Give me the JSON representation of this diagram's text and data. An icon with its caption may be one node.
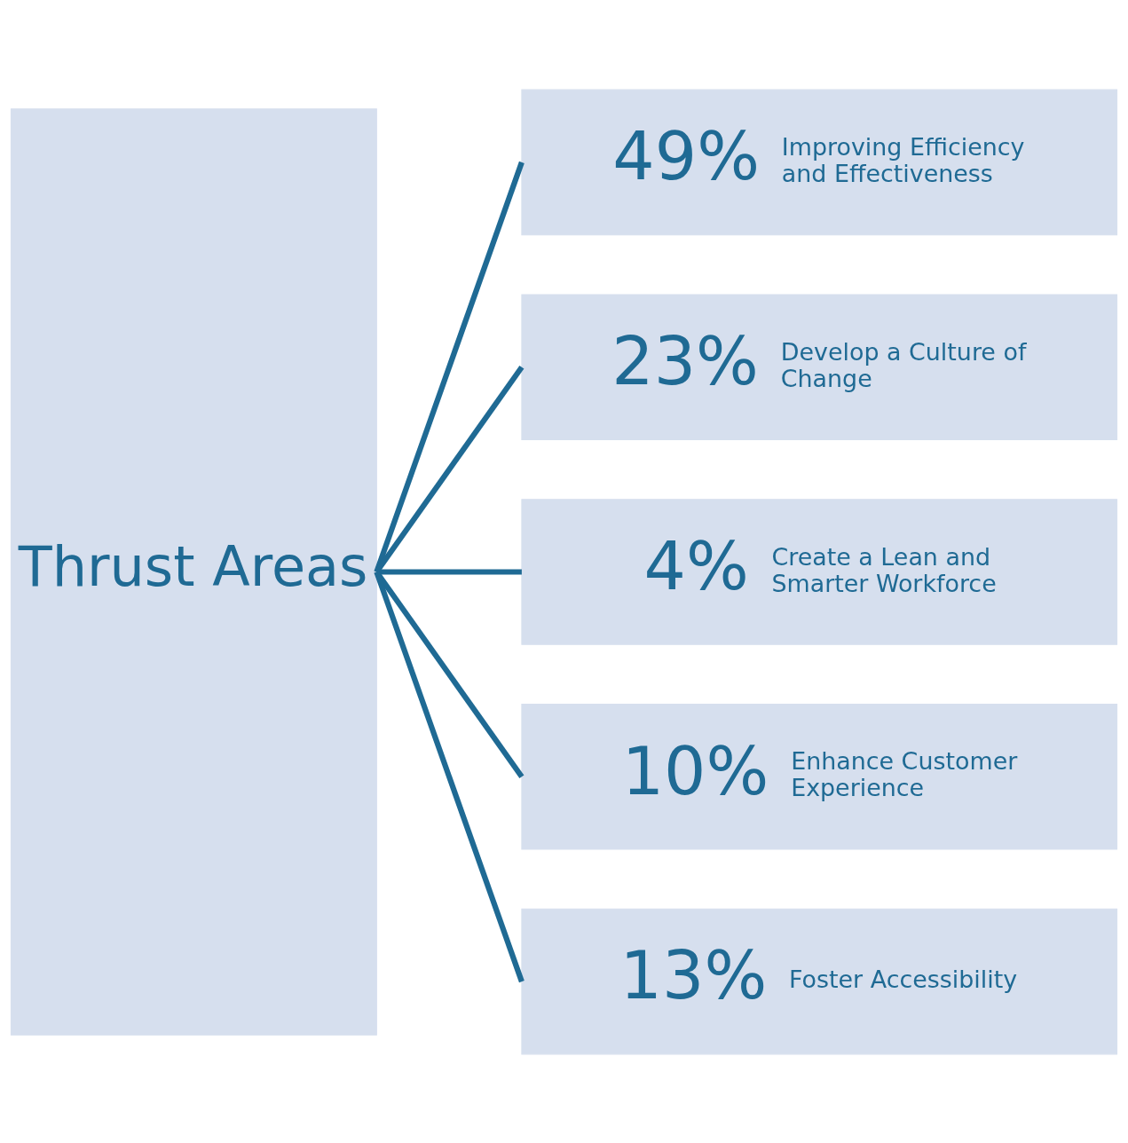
{
  "diagram": {
    "nodes": [
      {
        "text": [
          "Thrust Areas"
        ]
      },
      {
        "text": [
          "49%",
          "Improving Efficiency and Effectiveness"
        ]
      },
      {
        "text": [
          "23%",
          "Develop a Culture of Change"
        ]
      },
      {
        "text": [
          "4%",
          "Create a Lean and Smarter Workforce"
        ]
      },
      {
        "text": [
          "10%",
          "Enhance Customer Experience"
        ]
      },
      {
        "text": [
          "13%",
          "Foster Accessibility"
        ]
      }
    ],
    "edges": [
      {
        "from": 0,
        "to": 1,
        "arrow": "none"
      },
      {
        "from": 0,
        "to": 2,
        "arrow": "none"
      },
      {
        "from": 0,
        "to": 3,
        "arrow": "none"
      },
      {
        "from": 0,
        "to": 4,
        "arrow": "none"
      },
      {
        "from": 0,
        "to": 5,
        "arrow": "none"
      }
    ]
  }
}
